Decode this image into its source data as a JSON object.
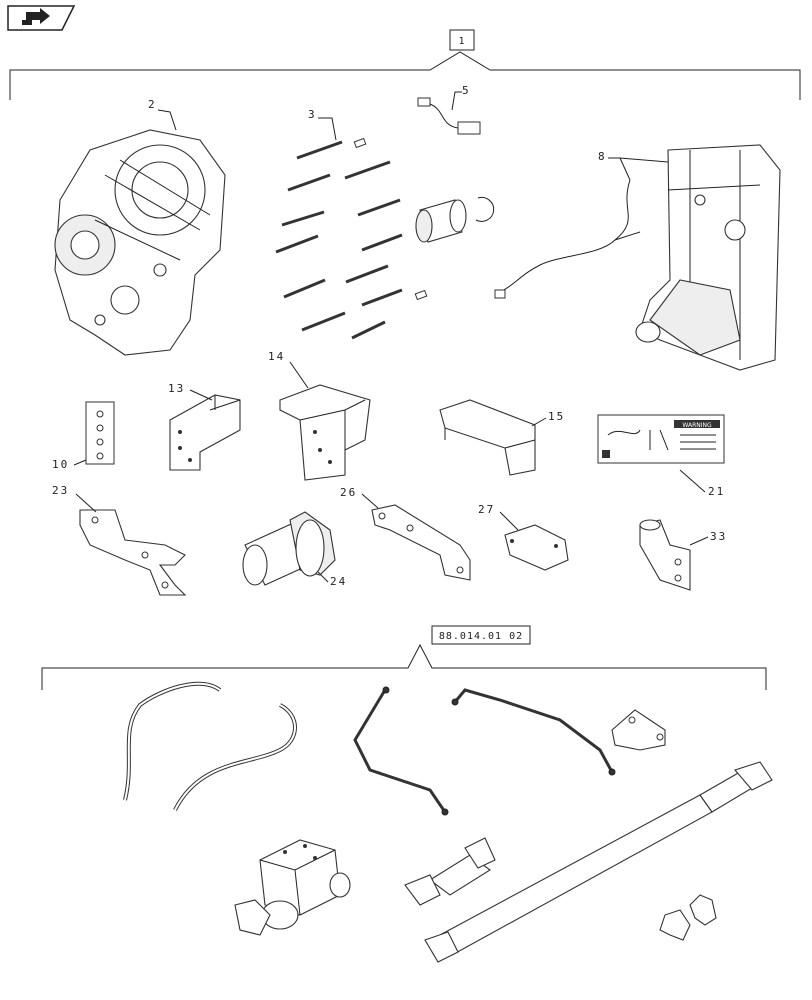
{
  "group_top": {
    "ref": "1"
  },
  "group_bottom": {
    "ref": "88.014.01 02"
  },
  "callouts": {
    "p2": "2",
    "p3": "3",
    "p5": "5",
    "p8": "8",
    "p10": "10",
    "p13": "13",
    "p14": "14",
    "p15": "15",
    "p21": "21",
    "p23": "23",
    "p24": "24",
    "p26": "26",
    "p27": "27",
    "p33": "33"
  },
  "decal_text": {
    "warning": "WARNING"
  },
  "icons": {
    "nav": "next-page-arrow-icon"
  }
}
